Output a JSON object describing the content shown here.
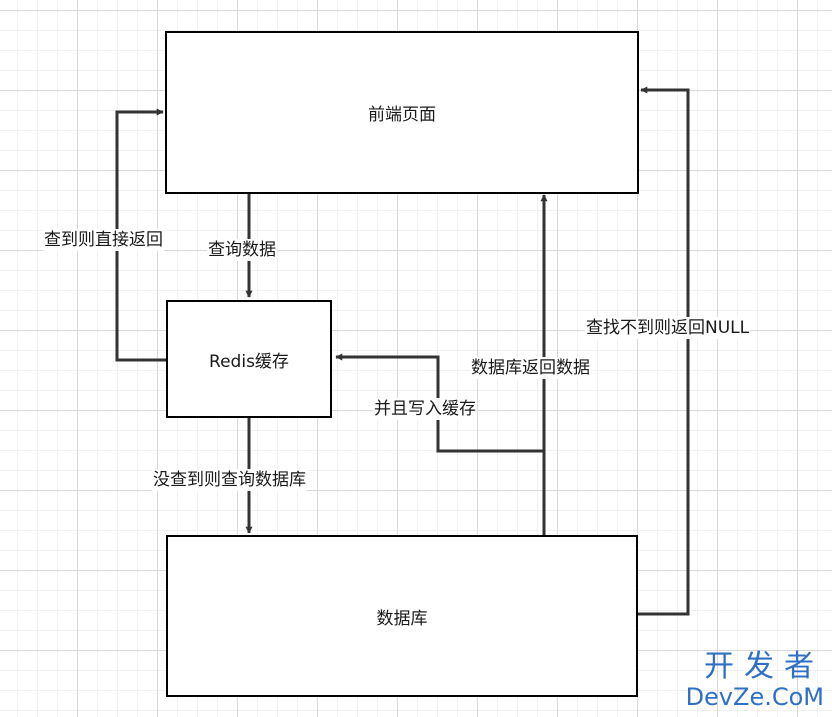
{
  "nodes": {
    "frontend": "前端页面",
    "redis": "Redis缓存",
    "database": "数据库"
  },
  "edges": {
    "query_data": "查询数据",
    "hit_return": "查到则直接返回",
    "miss_query_db": "没查到则查询数据库",
    "db_return": "数据库返回数据",
    "write_cache": "并且写入缓存",
    "not_found_null": "查找不到则返回NULL"
  },
  "watermark": {
    "top": "开发者",
    "bottom": "DevZe.CoM"
  }
}
